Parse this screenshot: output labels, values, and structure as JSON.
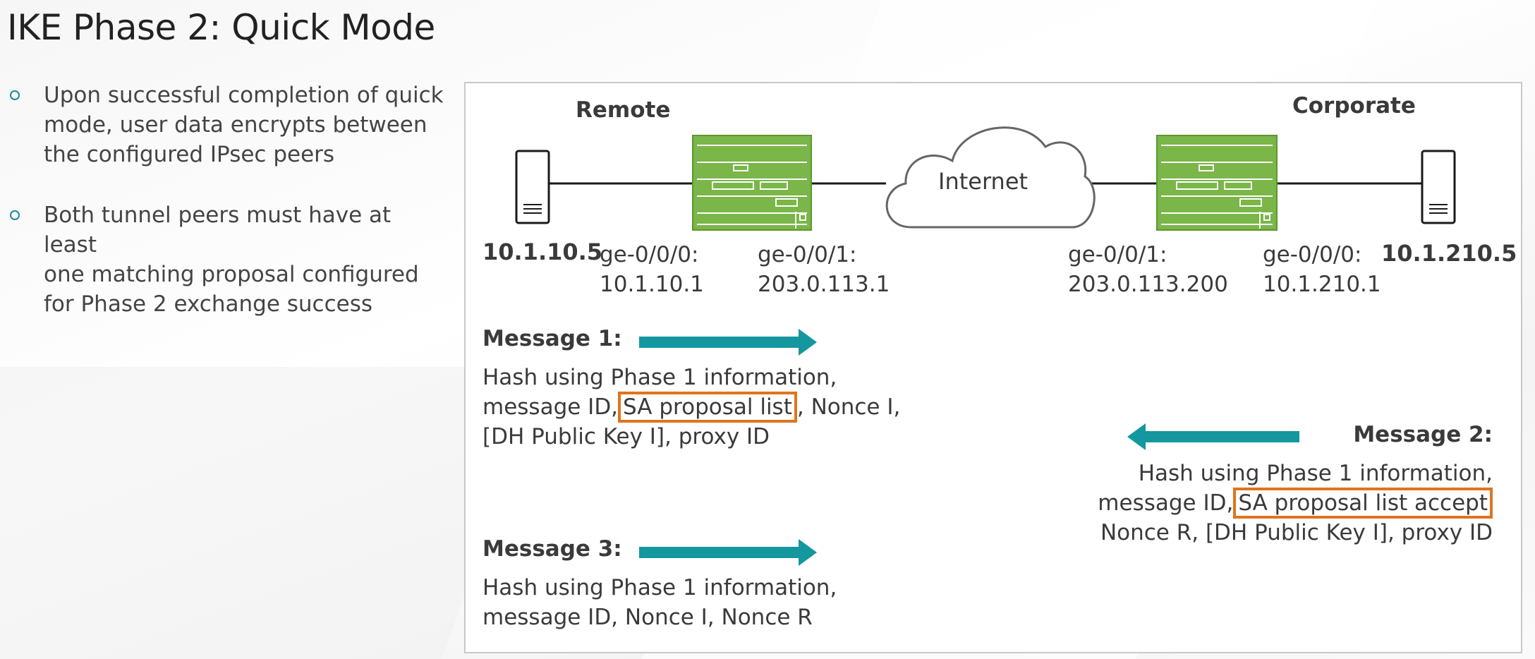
{
  "title": "IKE Phase 2: Quick Mode",
  "bullets": [
    "Upon successful completion of quick\nmode, user data encrypts between\nthe configured IPsec peers",
    "Both tunnel peers must have at least\none matching proposal configured\nfor Phase 2 exchange success"
  ],
  "diagram": {
    "remote_label": "Remote",
    "corporate_label": "Corporate",
    "internet_label": "Internet",
    "remote_host_ip": "10.1.10.5",
    "corporate_host_ip": "10.1.210.5",
    "remote_ge000_name": "ge-0/0/0:",
    "remote_ge000_ip": "10.1.10.1",
    "remote_ge001_name": "ge-0/0/1:",
    "remote_ge001_ip": "203.0.113.1",
    "corp_ge001_name": "ge-0/0/1:",
    "corp_ge001_ip": "203.0.113.200",
    "corp_ge000_name": "ge-0/0/0:",
    "corp_ge000_ip": "10.1.210.1",
    "message1": {
      "title": "Message 1:",
      "line1": "Hash using Phase 1 information,",
      "line2_pre": "message ID,",
      "line2_highlight": "SA proposal list",
      "line2_post": ", Nonce I,",
      "line3": "[DH Public Key I], proxy ID"
    },
    "message2": {
      "title": "Message 2:",
      "line1": "Hash using Phase 1 information,",
      "line2_pre": "message ID,",
      "line2_highlight": "SA proposal list accept",
      "line3": "Nonce R, [DH Public Key I], proxy ID"
    },
    "message3": {
      "title": "Message 3:",
      "line1": "Hash using Phase 1 information,",
      "line2": "message ID, Nonce I, Nonce R"
    },
    "colors": {
      "arrow": "#14979f",
      "highlight": "#e0741d",
      "router": "#7ab648",
      "line": "#1a1a1a"
    }
  }
}
